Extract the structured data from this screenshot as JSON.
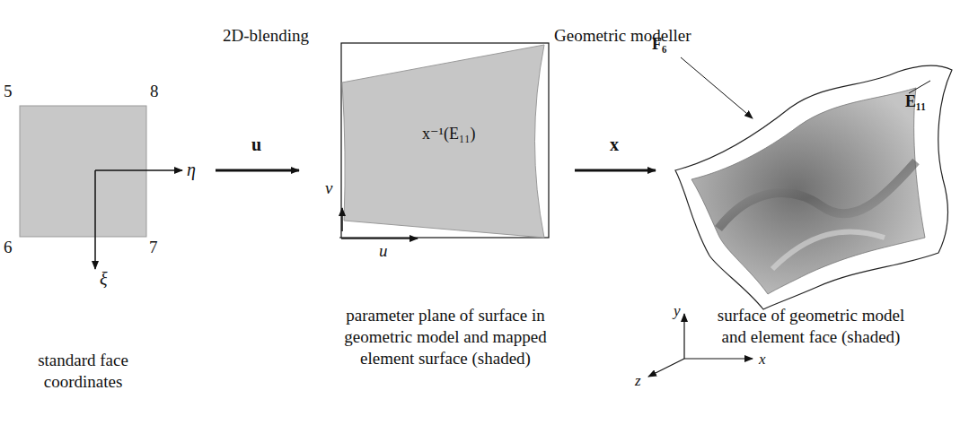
{
  "diagram": {
    "labels": [
      "5",
      "8",
      "6",
      "7",
      "η",
      "ξ",
      "2D-blending",
      "u",
      "Geometric modeller",
      "x",
      "v",
      "u",
      "x⁻¹(E₁₁)",
      "F₆",
      "E₁₁",
      "y",
      "z",
      "x",
      "standard face coordinates",
      "parameter plane of surface in geometric model and mapped element surface (shaded)",
      "surface of geometric model and element face (shaded)"
    ]
  }
}
